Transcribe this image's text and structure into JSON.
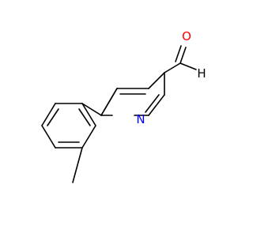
{
  "molecule": {
    "atoms": {
      "oxygen": {
        "label": "O",
        "color": "#ff0000"
      },
      "hydrogen": {
        "label": "H",
        "color": "#000000"
      },
      "nitrogen": {
        "label": "N",
        "color": "#0000ff"
      }
    }
  }
}
